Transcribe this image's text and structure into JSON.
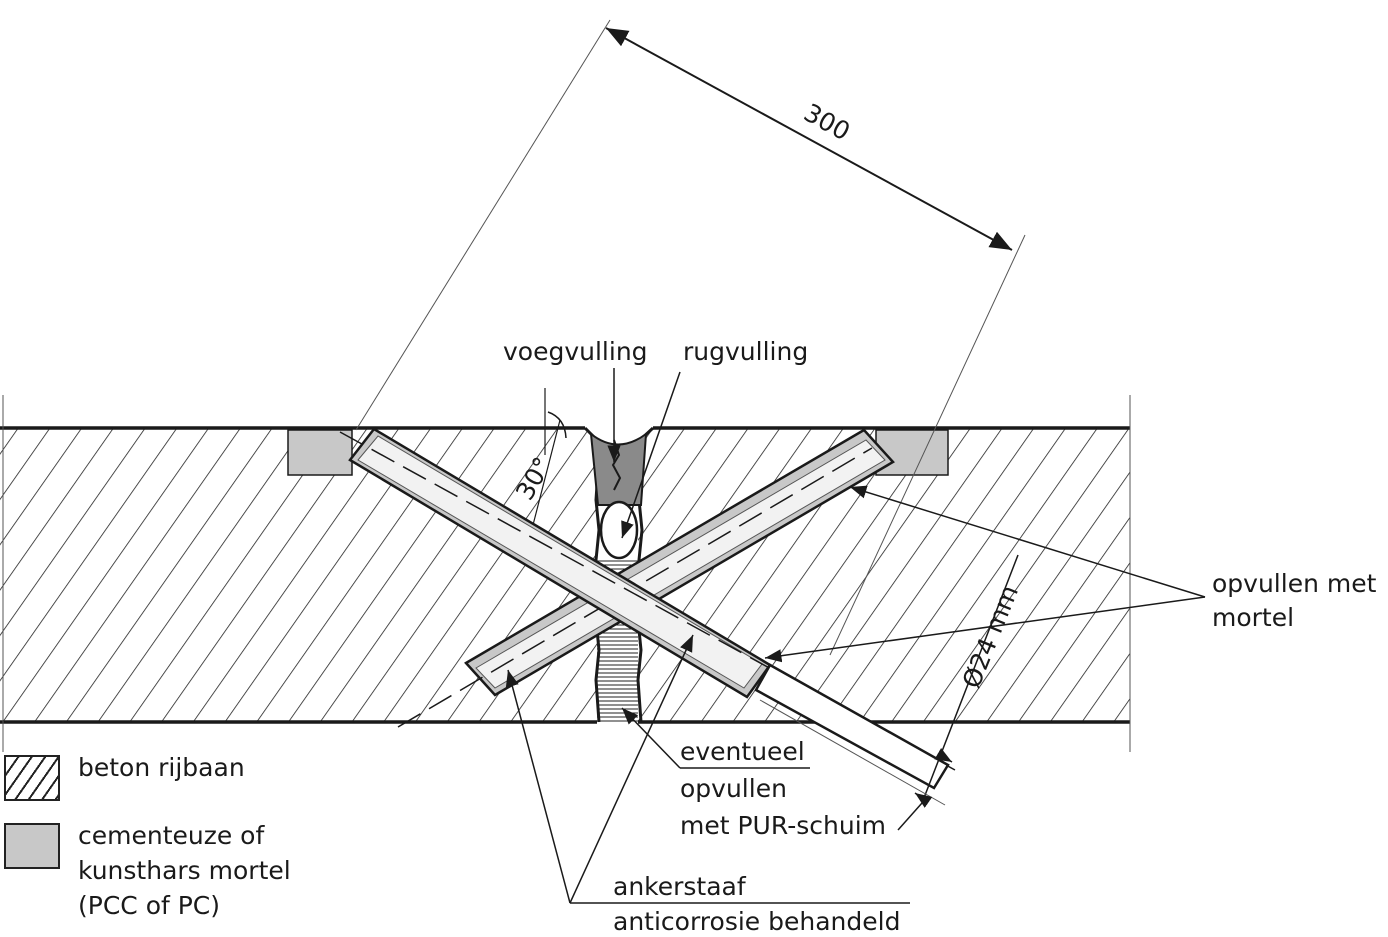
{
  "diagram": {
    "dimension_length": "300",
    "angle_label": "30°",
    "diameter_label": "Ø24 mm",
    "labels": {
      "joint_filler": "voegvulling",
      "backer_rod": "rugvulling",
      "fill_mortar_line1": "opvullen met",
      "fill_mortar_line2": "mortel",
      "pur_line1": "eventueel",
      "pur_line2": "opvullen",
      "pur_line3": "met PUR-schuim",
      "anchor_line1": "ankerstaaf",
      "anchor_line2": "anticorrosie behandeld"
    },
    "colors": {
      "line": "#1a1a1a",
      "mortar": "#c8c8c8",
      "joint_filler": "#8a8a8a",
      "bar": "#f2f2f2"
    }
  },
  "legend": [
    {
      "text": "beton rijbaan",
      "pattern": "hatch"
    },
    {
      "text": "cementeuze of\nkunsthars mortel\n(PCC of PC)",
      "pattern": "mortar"
    }
  ]
}
